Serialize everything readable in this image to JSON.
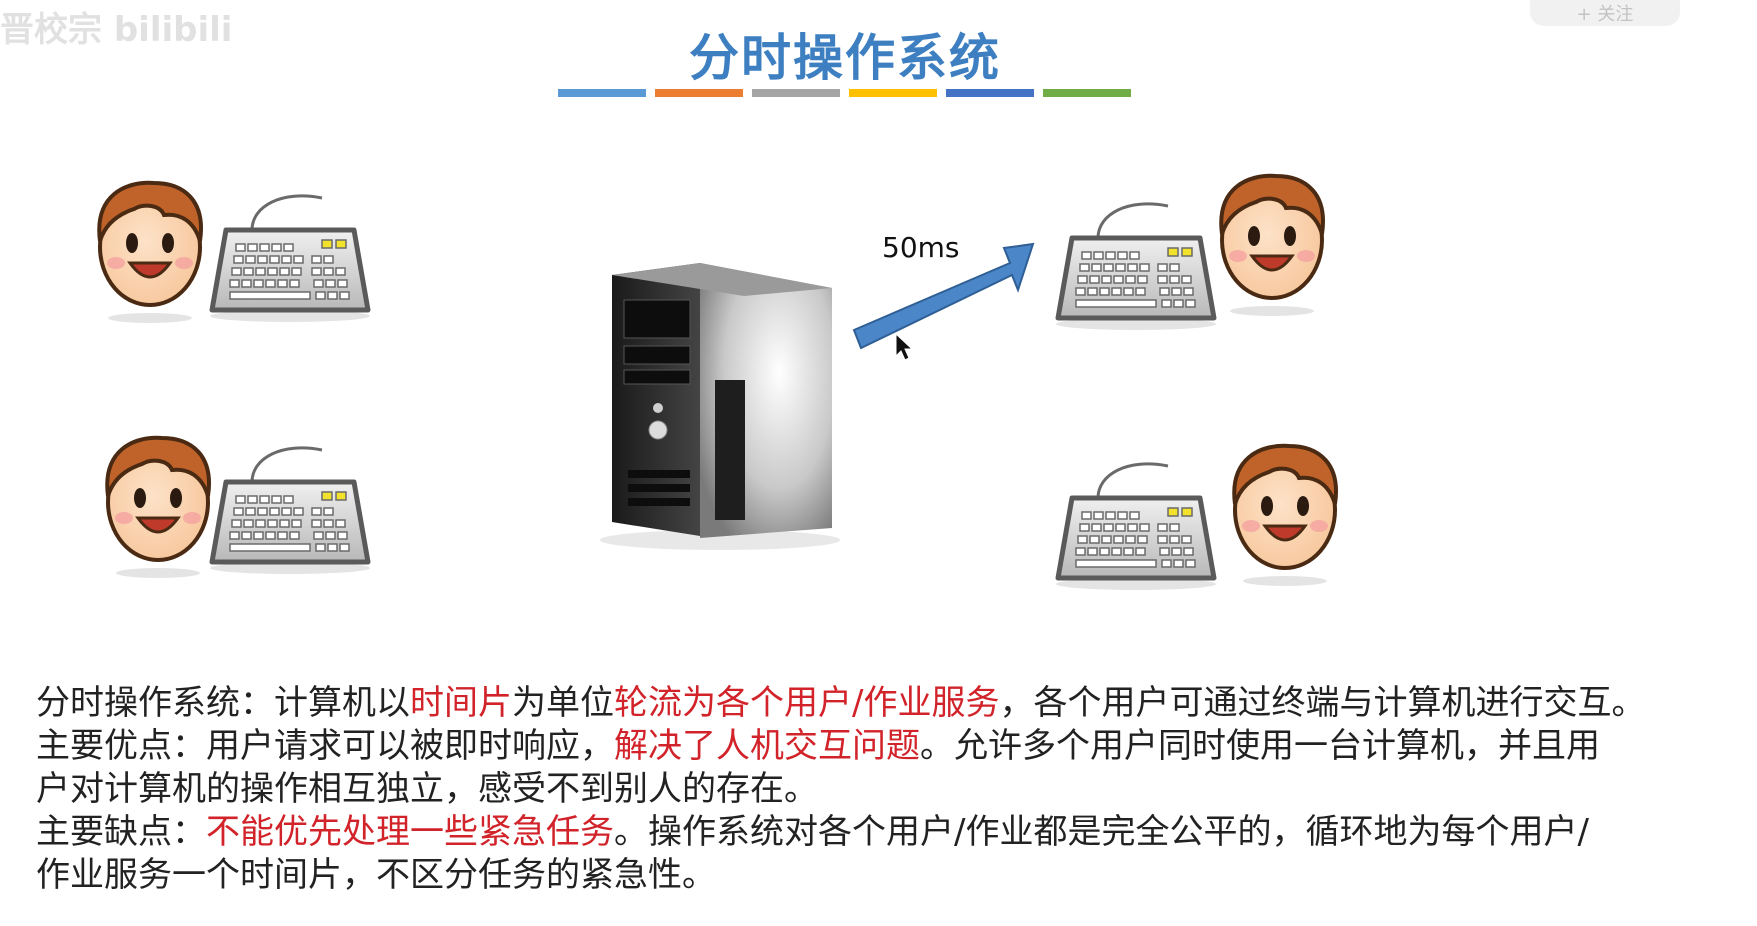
{
  "slide": {
    "title": "分时操作系统",
    "title_bar_colors": [
      "#5b9bd5",
      "#ed7d31",
      "#a5a5a5",
      "#ffc000",
      "#4472c4",
      "#70ad47"
    ],
    "arrow_label": "50ms",
    "watermark_left": "晋校宗 bilibili",
    "watermark_right": "+ 关注"
  },
  "content": {
    "line1": {
      "p1": "分时操作系统：计算机以",
      "h1": "时间片",
      "p2": "为单位",
      "h2": "轮流为各个用户/作业服务",
      "p3": "，各个用户可通过终端与计算机进行交互。"
    },
    "line2": {
      "p1": "主要优点：用户请求可以被即时响应，",
      "h1": "解决了人机交互问题",
      "p2": "。允许多个用户同时使用一台计算机，并且用"
    },
    "line3": "户对计算机的操作相互独立，感受不到别人的存在。",
    "line4": {
      "p1": "主要缺点：",
      "h1": "不能优先处理一些紧急任务",
      "p2": "。操作系统对各个用户/作业都是完全公平的，循环地为每个用户/"
    },
    "line5": "作业服务一个时间片，不区分任务的紧急性。"
  },
  "colors": {
    "title": "#3d7fc1",
    "highlight": "#d2232a",
    "arrow": "#4a86c8"
  }
}
